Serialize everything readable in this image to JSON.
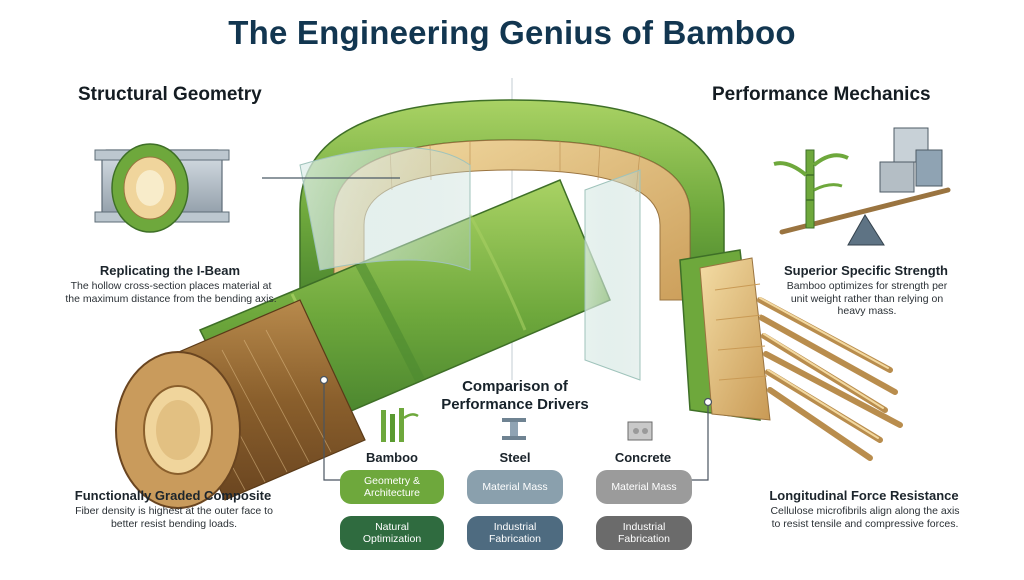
{
  "title": "The Engineering Genius of Bamboo",
  "left_section": {
    "heading": "Structural Geometry",
    "ibeam": {
      "heading": "Replicating the I-Beam",
      "text": "The hollow cross-section places material at the maximum distance from the bending axis."
    },
    "graded": {
      "heading": "Functionally Graded Composite",
      "text": "Fiber density is highest at the outer face to better resist bending loads."
    }
  },
  "right_section": {
    "heading": "Performance Mechanics",
    "strength": {
      "heading": "Superior Specific Strength",
      "text": "Bamboo optimizes for strength per unit weight rather than relying on heavy mass."
    },
    "longitudinal": {
      "heading": "Longitudinal Force Resistance",
      "text": "Cellulose microfibrils align along the axis to resist tensile and compressive forces."
    }
  },
  "comparison": {
    "title": "Comparison of Performance Drivers",
    "columns": [
      {
        "label": "Bamboo",
        "icon": "bamboo-icon",
        "driver": "Geometry & Architecture",
        "production": "Natural Optimization",
        "driver_color": "#6ea83c",
        "production_color": "#2f6b3f"
      },
      {
        "label": "Steel",
        "icon": "steel-beam-icon",
        "driver": "Material Mass",
        "production": "Industrial Fabrication",
        "driver_color": "#8aa0ad",
        "production_color": "#4e6b80"
      },
      {
        "label": "Concrete",
        "icon": "concrete-block-icon",
        "driver": "Material Mass",
        "production": "Industrial Fabrication",
        "driver_color": "#9b9b9b",
        "production_color": "#6b6b6b"
      }
    ]
  },
  "colors": {
    "title": "#123650",
    "bamboo_green": "#6ea83c",
    "bamboo_dark": "#2f6b3f",
    "wood": "#e8c88a"
  }
}
